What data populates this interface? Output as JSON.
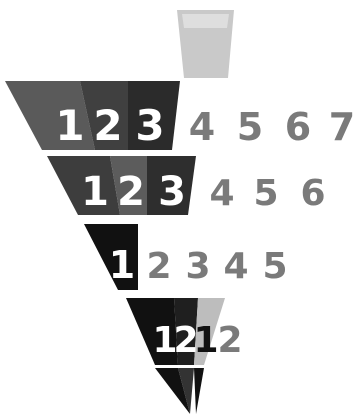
{
  "logo_text": "",
  "colors": {
    "background": "#ffffff",
    "ink": "#111111",
    "gray_dark": "#3a3a3a",
    "gray_mid": "#6b6b6b",
    "gray_light": "#bdbdbd",
    "digits_light": "#7a7a7a"
  },
  "rows": [
    {
      "shaded": [
        "1",
        "2",
        "3"
      ],
      "plain": [
        "4",
        "5",
        "6",
        "7"
      ]
    },
    {
      "shaded": [
        "1",
        "2",
        "3"
      ],
      "plain": [
        "4",
        "5",
        "6"
      ]
    },
    {
      "shaded": [
        "1"
      ],
      "plain": [
        "2",
        "3",
        "4",
        "5"
      ]
    },
    {
      "shaded": [
        "1",
        "2",
        "1"
      ],
      "plain": [
        "2"
      ]
    }
  ]
}
